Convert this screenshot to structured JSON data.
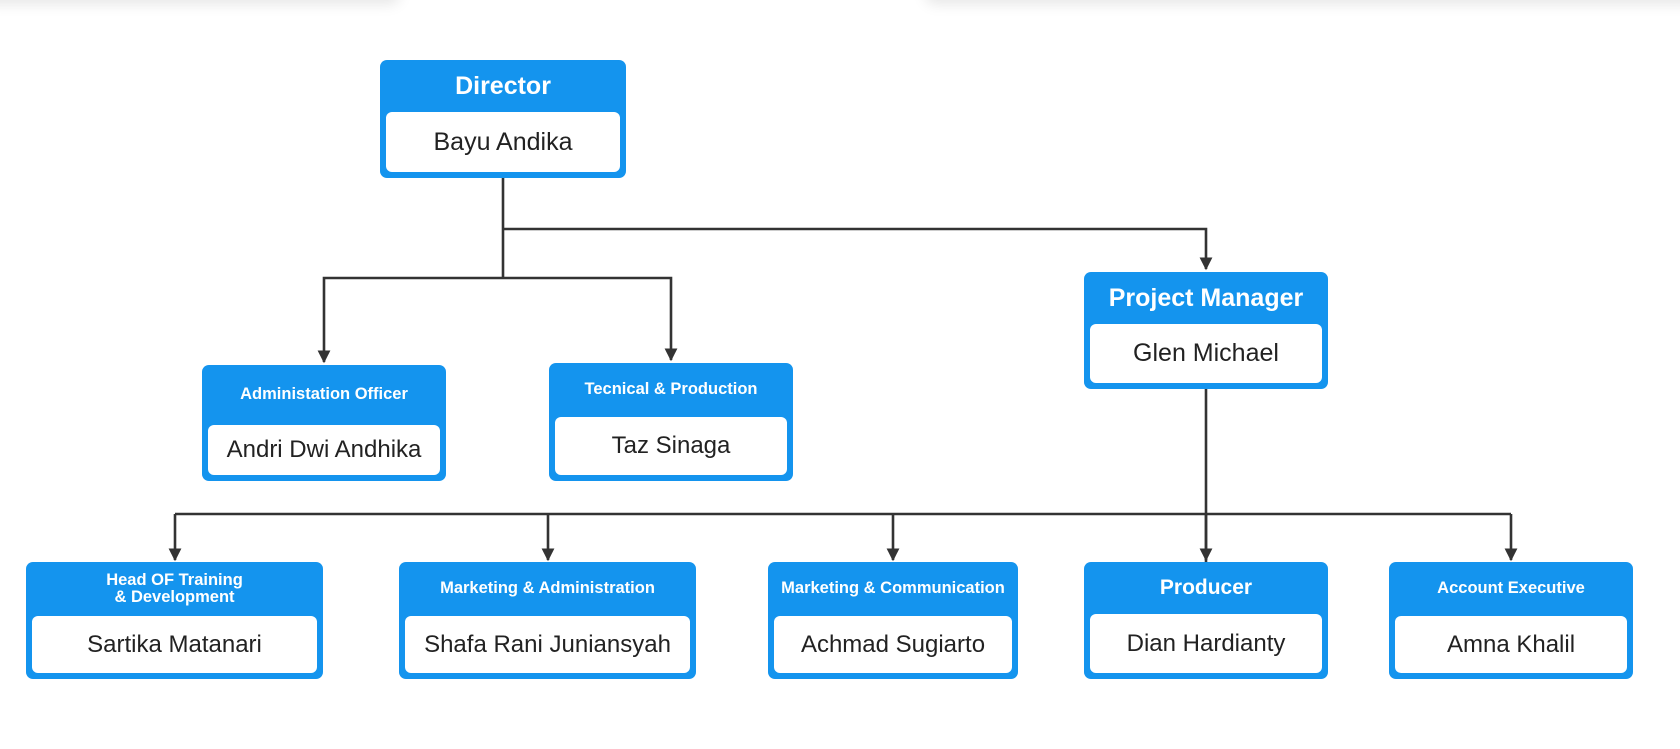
{
  "org_chart": {
    "director": {
      "title": "Director",
      "name": "Bayu Andika"
    },
    "admin_officer": {
      "title": "Administation Officer",
      "name": "Andri Dwi Andhika"
    },
    "technical": {
      "title": "Tecnical & Production",
      "name": "Taz Sinaga"
    },
    "project_manager": {
      "title": "Project Manager",
      "name": "Glen Michael"
    },
    "head_training": {
      "title": "Head OF Training & Development",
      "name": "Sartika Matanari"
    },
    "marketing_admin": {
      "title": "Marketing & Administration",
      "name": "Shafa Rani Juniansyah"
    },
    "marketing_comm": {
      "title": "Marketing & Communication",
      "name": "Achmad Sugiarto"
    },
    "producer": {
      "title": "Producer",
      "name": "Dian Hardianty"
    },
    "account_exec": {
      "title": "Account Executive",
      "name": "Amna Khalil"
    }
  },
  "colors": {
    "node_fill": "#1494ee",
    "connector": "#333333",
    "name_text": "#222222"
  }
}
